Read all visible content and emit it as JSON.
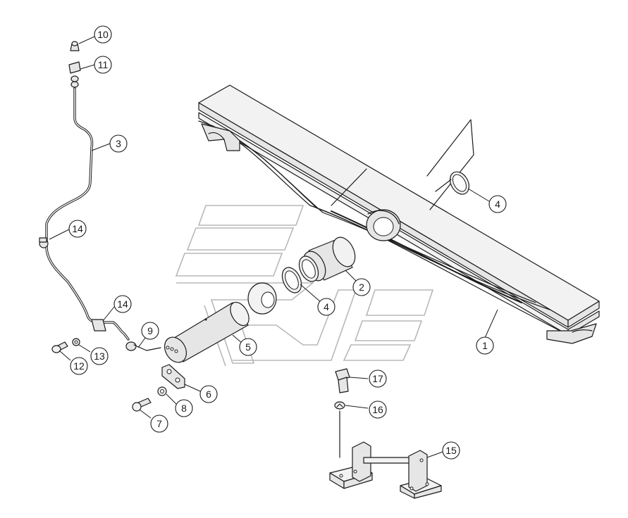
{
  "callouts": [
    {
      "id": "callout-1",
      "label": "1"
    },
    {
      "id": "callout-2",
      "label": "2"
    },
    {
      "id": "callout-3",
      "label": "3"
    },
    {
      "id": "callout-4a",
      "label": "4"
    },
    {
      "id": "callout-4b",
      "label": "4"
    },
    {
      "id": "callout-5",
      "label": "5"
    },
    {
      "id": "callout-6",
      "label": "6"
    },
    {
      "id": "callout-7",
      "label": "7"
    },
    {
      "id": "callout-8",
      "label": "8"
    },
    {
      "id": "callout-9",
      "label": "9"
    },
    {
      "id": "callout-10",
      "label": "10"
    },
    {
      "id": "callout-11",
      "label": "11"
    },
    {
      "id": "callout-12",
      "label": "12"
    },
    {
      "id": "callout-13",
      "label": "13"
    },
    {
      "id": "callout-14a",
      "label": "14"
    },
    {
      "id": "callout-14b",
      "label": "14"
    },
    {
      "id": "callout-15",
      "label": "15"
    },
    {
      "id": "callout-16",
      "label": "16"
    },
    {
      "id": "callout-17",
      "label": "17"
    }
  ],
  "colors": {
    "line": "#1a1a1a",
    "fill": "#e6e6e6",
    "watermark": "#b8b8b8",
    "background": "#ffffff"
  }
}
